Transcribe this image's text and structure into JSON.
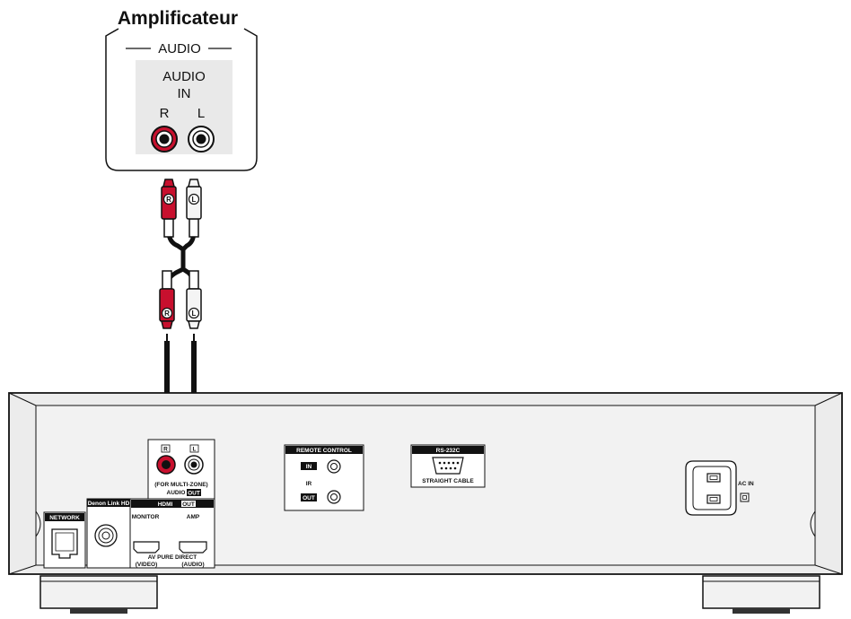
{
  "amplifier": {
    "title": "Amplificateur",
    "section_label": "AUDIO",
    "input_label_line1": "AUDIO",
    "input_label_line2": "IN",
    "right_label": "R",
    "left_label": "L"
  },
  "plugs": {
    "right_letter": "R",
    "left_letter": "L"
  },
  "player": {
    "audio_out": {
      "r_mark": "R",
      "l_mark": "L",
      "multizone": "(FOR MULTI-ZONE)",
      "label": "AUDIO",
      "out_badge": "OUT"
    },
    "network": "NETWORK",
    "denon_link": "Denon Link HD",
    "hdmi": {
      "label": "HDMI",
      "out_badge": "OUT",
      "monitor": "MONITOR",
      "amp": "AMP",
      "pure_direct": "AV PURE DIRECT",
      "video": "(VIDEO)",
      "audio": "(AUDIO)"
    },
    "remote_control": {
      "title": "REMOTE CONTROL",
      "in": "IN",
      "ir": "IR",
      "out": "OUT"
    },
    "rs232c": {
      "title": "RS-232C",
      "cable": "STRAIGHT CABLE"
    },
    "ac_in": "AC IN"
  },
  "colors": {
    "red": "#c8102e",
    "panel": "#e9e9e9",
    "outline": "#111111"
  }
}
